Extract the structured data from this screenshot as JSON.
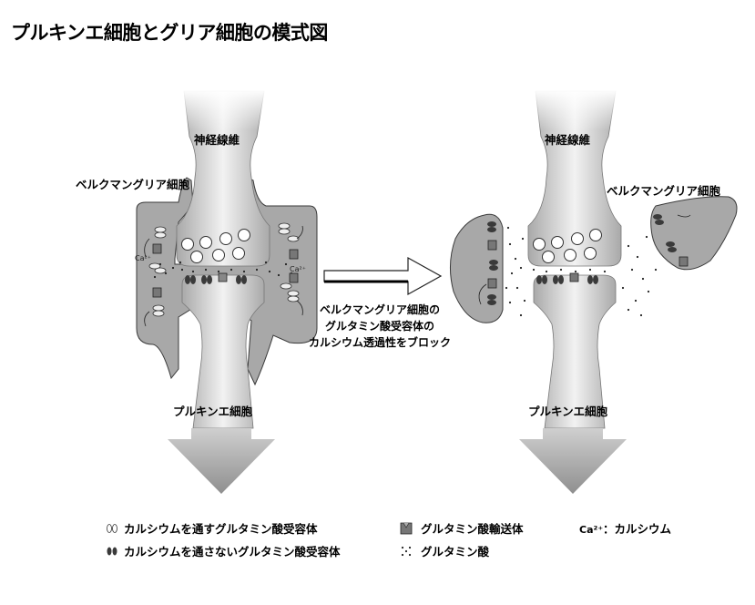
{
  "title": "プルキンエ細胞とグリア細胞の模式図",
  "labels": {
    "nerve_fiber": "神経線維",
    "bergmann_glia": "ベルクマングリア細胞",
    "purkinje_cell": "プルキンエ細胞",
    "arrow_caption": [
      "ベルクマングリア細胞の",
      "グルタミン酸受容体の",
      "カルシウム透過性をブロック"
    ],
    "ca_mark": "Ca²⁺"
  },
  "legend": {
    "receptor_ca_permeable": "カルシウムを通すグルタミン酸受容体",
    "receptor_ca_impermeable": "カルシウムを通さないグルタミン酸受容体",
    "transporter": "グルタミン酸輸送体",
    "glutamate": "グルタミン酸",
    "calcium_key": "Ca²⁺",
    "calcium_value": "：カルシウム"
  }
}
